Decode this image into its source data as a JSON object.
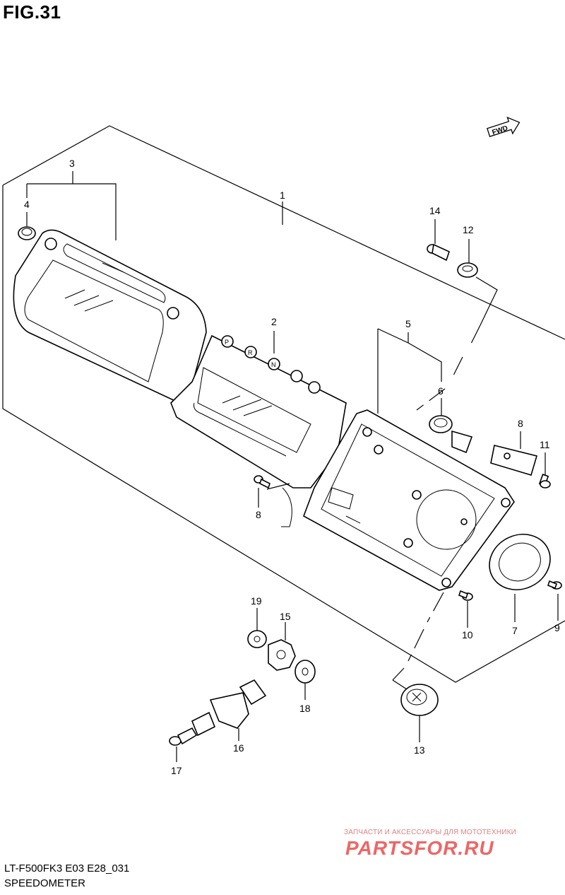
{
  "header": {
    "figure_label": "FIG.31"
  },
  "footer": {
    "model_code": "LT-F500FK3 E03 E28_031",
    "assembly_name": "SPEEDOMETER"
  },
  "watermark": {
    "tagline": "ЗАПЧАСТИ И АКСЕССУАРЫ ДЛЯ МОТОТЕХНИКИ",
    "logo_text": "PARTSFOR.RU"
  },
  "direction_tag": {
    "text": "FWD"
  },
  "callouts": [
    "1",
    "2",
    "3",
    "4",
    "5",
    "6",
    "7",
    "8",
    "8",
    "9",
    "10",
    "11",
    "12",
    "13",
    "14",
    "15",
    "16",
    "17",
    "18",
    "19"
  ],
  "colors": {
    "line": "#000000",
    "background": "#ffffff",
    "watermark": "#ee6666"
  }
}
